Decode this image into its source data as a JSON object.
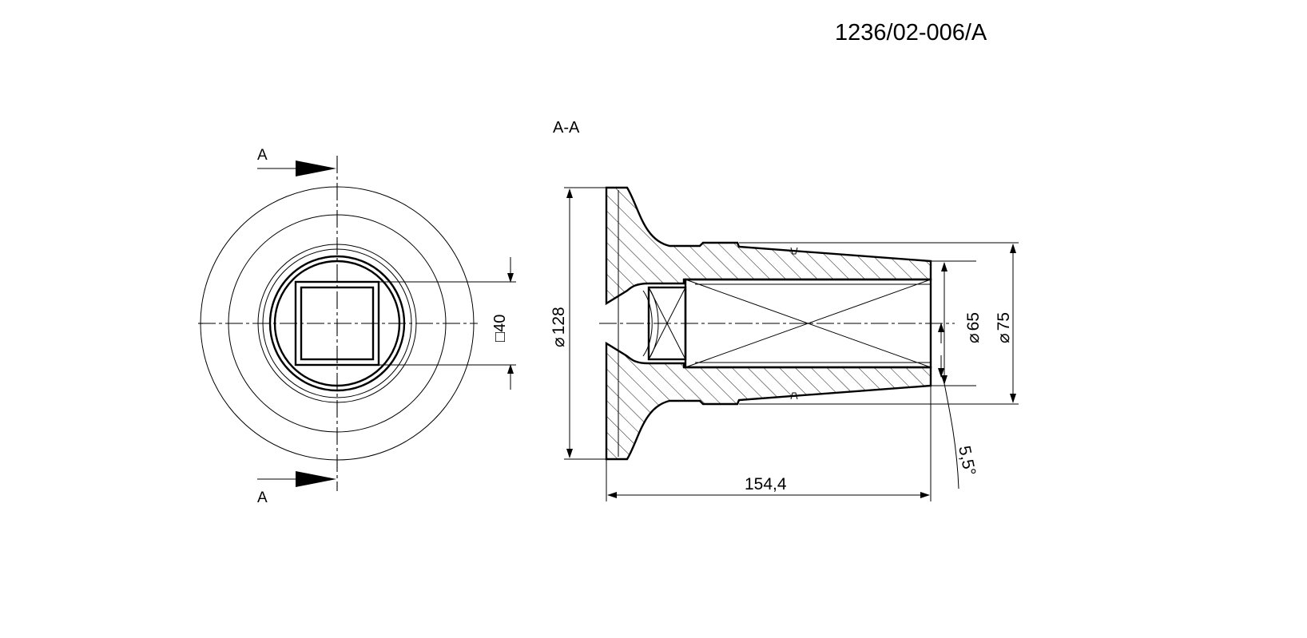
{
  "drawing_number": "1236/02-006/A",
  "section_title": "A-A",
  "section_marks": {
    "top": "A",
    "bottom": "A"
  },
  "dimensions": {
    "square": {
      "symbol": "□",
      "value": "40"
    },
    "flange_diameter": {
      "symbol": "⌀",
      "value": "128"
    },
    "inner_diameter": {
      "symbol": "⌀",
      "value": "65"
    },
    "outer_diameter": {
      "symbol": "⌀",
      "value": "75"
    },
    "length": "154,4",
    "taper_angle": "5,5°"
  },
  "colors": {
    "line": "#000000",
    "background": "#ffffff"
  }
}
